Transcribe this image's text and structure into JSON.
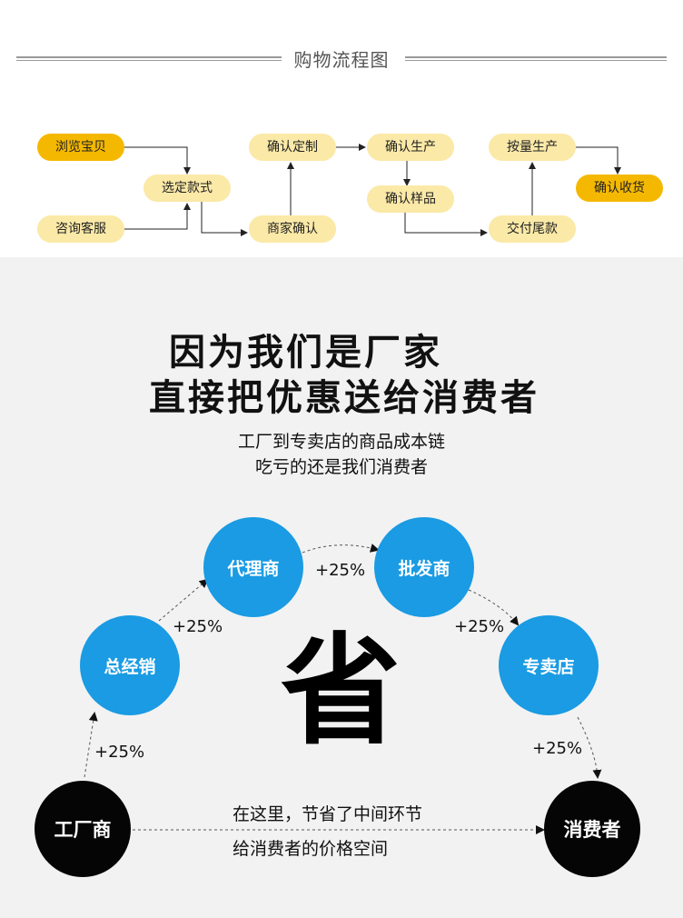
{
  "flow": {
    "title": "购物流程图",
    "nodes": {
      "browse": "浏览宝贝",
      "consult": "咨询客服",
      "select": "选定款式",
      "confirm_custom": "确认定制",
      "merchant_confirm": "商家确认",
      "confirm_production": "确认生产",
      "confirm_sample": "确认样品",
      "production_by_quantity": "按量生产",
      "pay_balance": "交付尾款",
      "confirm_receipt": "确认收货"
    }
  },
  "headline": {
    "line1": "因为我们是厂家",
    "line2": "直接把优惠送给消费者"
  },
  "subtitle": {
    "line1": "工厂到专卖店的商品成本链",
    "line2": "吃亏的还是我们消费者"
  },
  "chain": {
    "factory": "工厂商",
    "distributor": "总经销",
    "agent": "代理商",
    "wholesaler": "批发商",
    "store": "专卖店",
    "consumer": "消费者",
    "markup_1": "+25%",
    "markup_2": "+25%",
    "markup_3": "+25%",
    "markup_4": "+25%",
    "markup_5": "+25%"
  },
  "center": {
    "big_char": "省",
    "note_line1": "在这里，节省了中间环节",
    "note_line2": "给消费者的价格空间"
  },
  "colors": {
    "pill_light": "#fbe9a7",
    "pill_dark": "#f5b800",
    "circle_blue": "#1a9be3",
    "circle_black": "#050505",
    "bottom_bg": "#f2f2f2"
  }
}
